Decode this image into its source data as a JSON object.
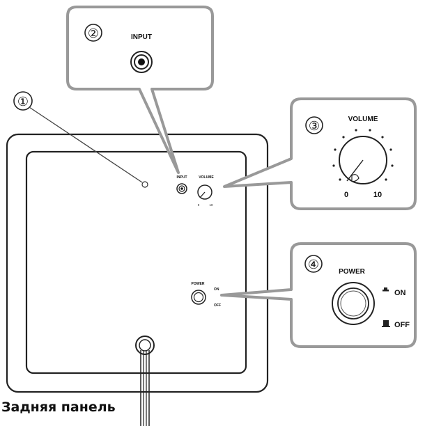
{
  "callouts": {
    "c1": {
      "number": "①"
    },
    "c2": {
      "number": "②",
      "label": "INPUT"
    },
    "c3": {
      "number": "③",
      "label": "VOLUME",
      "min": "0",
      "max": "10"
    },
    "c4": {
      "number": "④",
      "label": "POWER",
      "on": "ON",
      "off": "OFF"
    }
  },
  "panel": {
    "input_small": "INPUT",
    "volume_small": "VOLUME",
    "power_small": "POWER",
    "on_small": "ON",
    "off_small": "OFF",
    "min_small": "0",
    "max_small": "10"
  },
  "caption": "Задняя панель"
}
